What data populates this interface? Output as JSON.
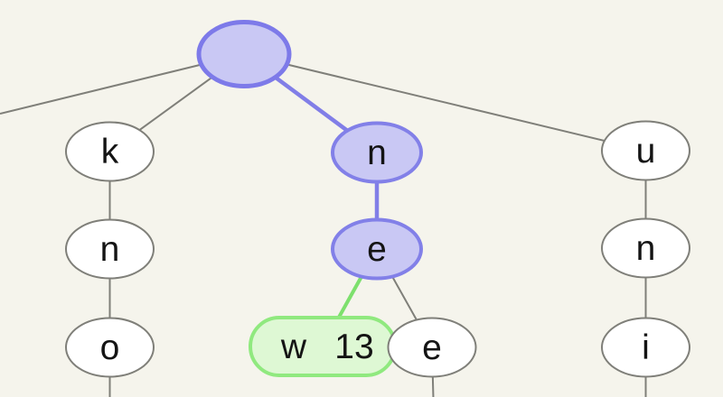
{
  "colors": {
    "background": "#f5f4ec",
    "node_fill": "#ffffff",
    "node_stroke": "#7f7f79",
    "edge": "#7f7f79",
    "highlight_fill": "#c9c8f4",
    "highlight_stroke": "#8280e8",
    "terminal_fill": "#def8d4",
    "terminal_stroke": "#90e97f",
    "terminal_edge": "#7de06d",
    "label_text": "#141414"
  },
  "diagram": {
    "type": "trie",
    "nodes": {
      "root": {
        "label": "",
        "highlighted": true
      },
      "k1": {
        "label": "k"
      },
      "n_mid": {
        "label": "n",
        "highlighted": true
      },
      "u1": {
        "label": "u"
      },
      "n_left": {
        "label": "n"
      },
      "e_mid": {
        "label": "e",
        "highlighted": true
      },
      "n_right": {
        "label": "n"
      },
      "o1": {
        "label": "o"
      },
      "w_term": {
        "label": "w",
        "count": "13",
        "terminal": true
      },
      "e_low": {
        "label": "e"
      },
      "i1": {
        "label": "i"
      }
    }
  }
}
